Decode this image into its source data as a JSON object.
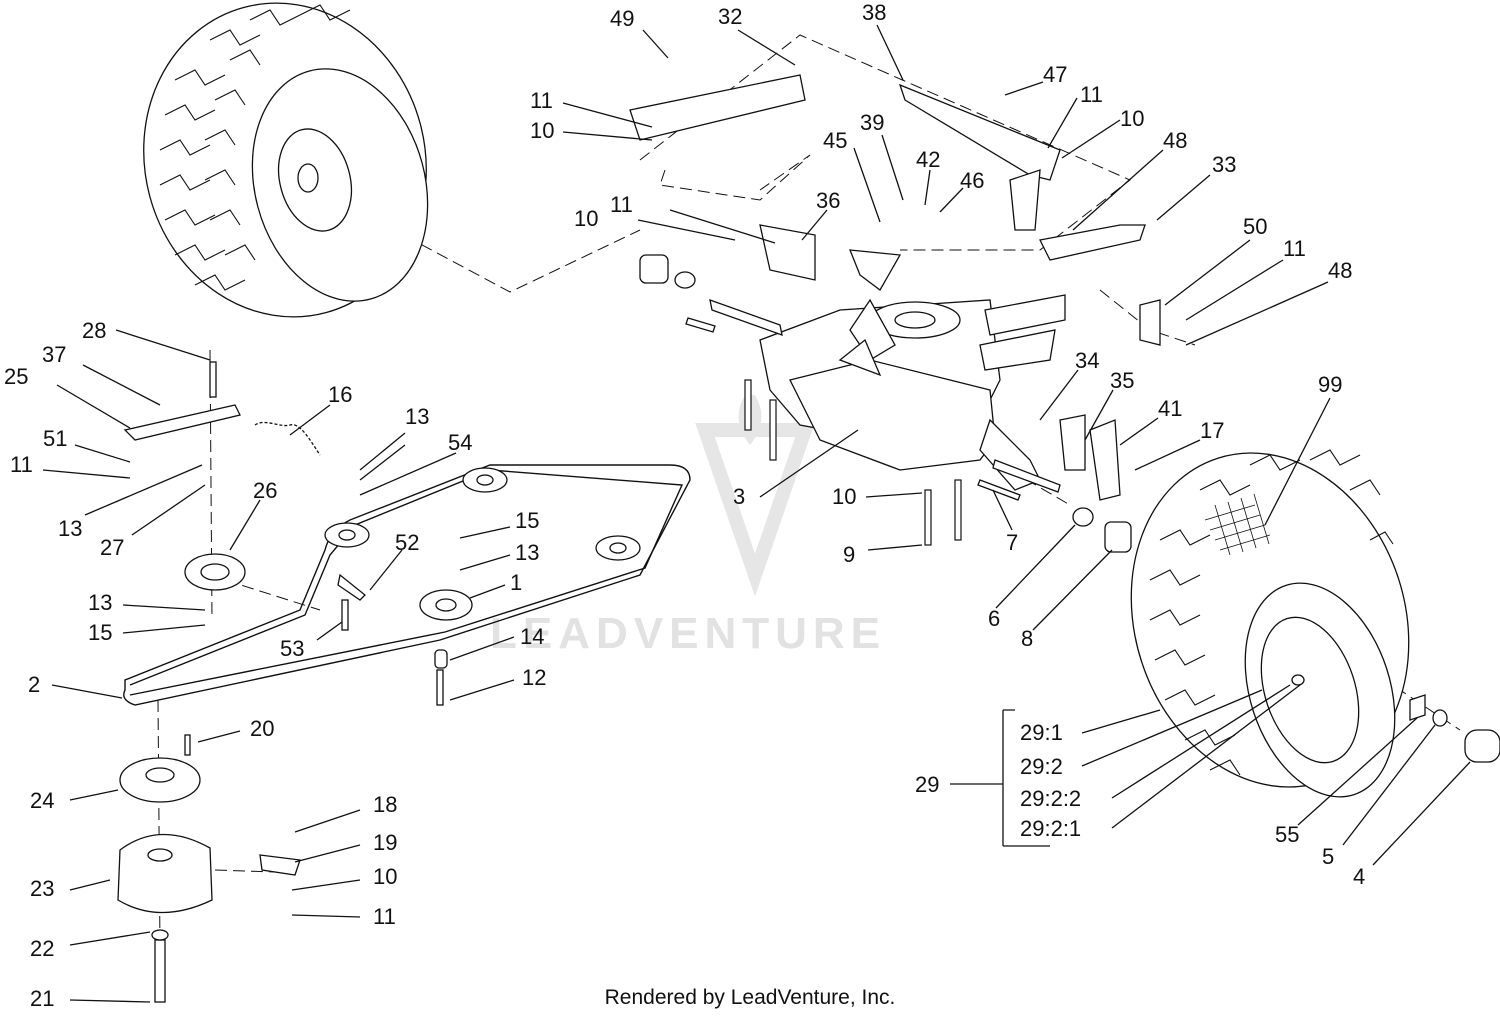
{
  "watermark": {
    "text": "LEADVENTURE"
  },
  "footer": {
    "credit": "Rendered by LeadVenture, Inc."
  },
  "callouts": {
    "c49": "49",
    "c32": "32",
    "c38": "38",
    "c47": "47",
    "c11a": "11",
    "c10a": "10",
    "c11b": "11",
    "c10b": "10",
    "c45": "45",
    "c39": "39",
    "c42": "42",
    "c46": "46",
    "c48a": "48",
    "c33": "33",
    "c10c": "10",
    "c11c": "11",
    "c36": "36",
    "c50": "50",
    "c11d": "11",
    "c48b": "48",
    "c28": "28",
    "c37": "37",
    "c25": "25",
    "c16": "16",
    "c13a": "13",
    "c54": "54",
    "c51": "51",
    "c11e": "11",
    "c13b": "13",
    "c26": "26",
    "c27": "27",
    "c15a": "15",
    "c13c": "13",
    "c52": "52",
    "c1": "1",
    "c13d": "13",
    "c15b": "15",
    "c53": "53",
    "c14": "14",
    "c12": "12",
    "c2": "2",
    "c20": "20",
    "c24": "24",
    "c18": "18",
    "c19": "19",
    "c10d": "10",
    "c11f": "11",
    "c23": "23",
    "c22": "22",
    "c21": "21",
    "c34": "34",
    "c35": "35",
    "c41": "41",
    "c17": "17",
    "c99": "99",
    "c3": "3",
    "c10e": "10",
    "c9": "9",
    "c7": "7",
    "c6": "6",
    "c8": "8",
    "c29": "29",
    "c29_1": "29:1",
    "c29_2": "29:2",
    "c29_2_2": "29:2:2",
    "c29_2_1": "29:2:1",
    "c55": "55",
    "c5": "5",
    "c4": "4"
  }
}
